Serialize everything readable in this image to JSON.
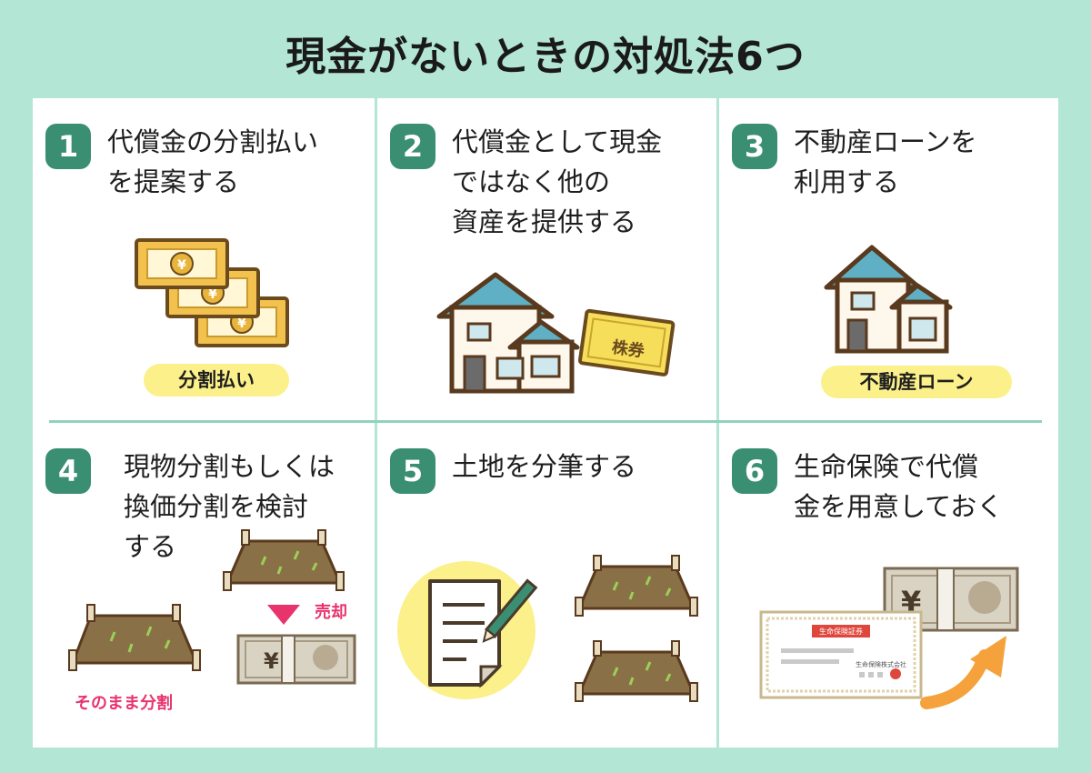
{
  "title": "現金がないときの対処法6つ",
  "colors": {
    "background": "#b3e6d5",
    "badge": "#3a8f72",
    "pill": "#fbf08a",
    "accent_pink": "#e8336d",
    "arrow_orange": "#f5a23c"
  },
  "panels": [
    {
      "number": "1",
      "heading": "代償金の分割払い\nを提案する",
      "pill": "分割払い",
      "icon": "yen-banknotes-icon"
    },
    {
      "number": "2",
      "heading": "代償金として現金\nではなく他の\n資産を提供する",
      "tag": "株券",
      "icon": "house-and-stock-certificate-icon"
    },
    {
      "number": "3",
      "heading": "不動産ローンを\n利用する",
      "pill": "不動産ローン",
      "icon": "house-icon"
    },
    {
      "number": "4",
      "heading": "現物分割もしくは\n換価分割を検討\nする",
      "label_keep": "そのまま分割",
      "label_sell": "売却",
      "icon": "land-plots-icon"
    },
    {
      "number": "5",
      "heading": "土地を分筆する",
      "icon": "document-and-land-icon"
    },
    {
      "number": "6",
      "heading": "生命保険で代償\n金を用意しておく",
      "certificate_title": "生命保険証券",
      "certificate_company": "生命保険株式会社",
      "icon": "insurance-certificate-icon"
    }
  ]
}
